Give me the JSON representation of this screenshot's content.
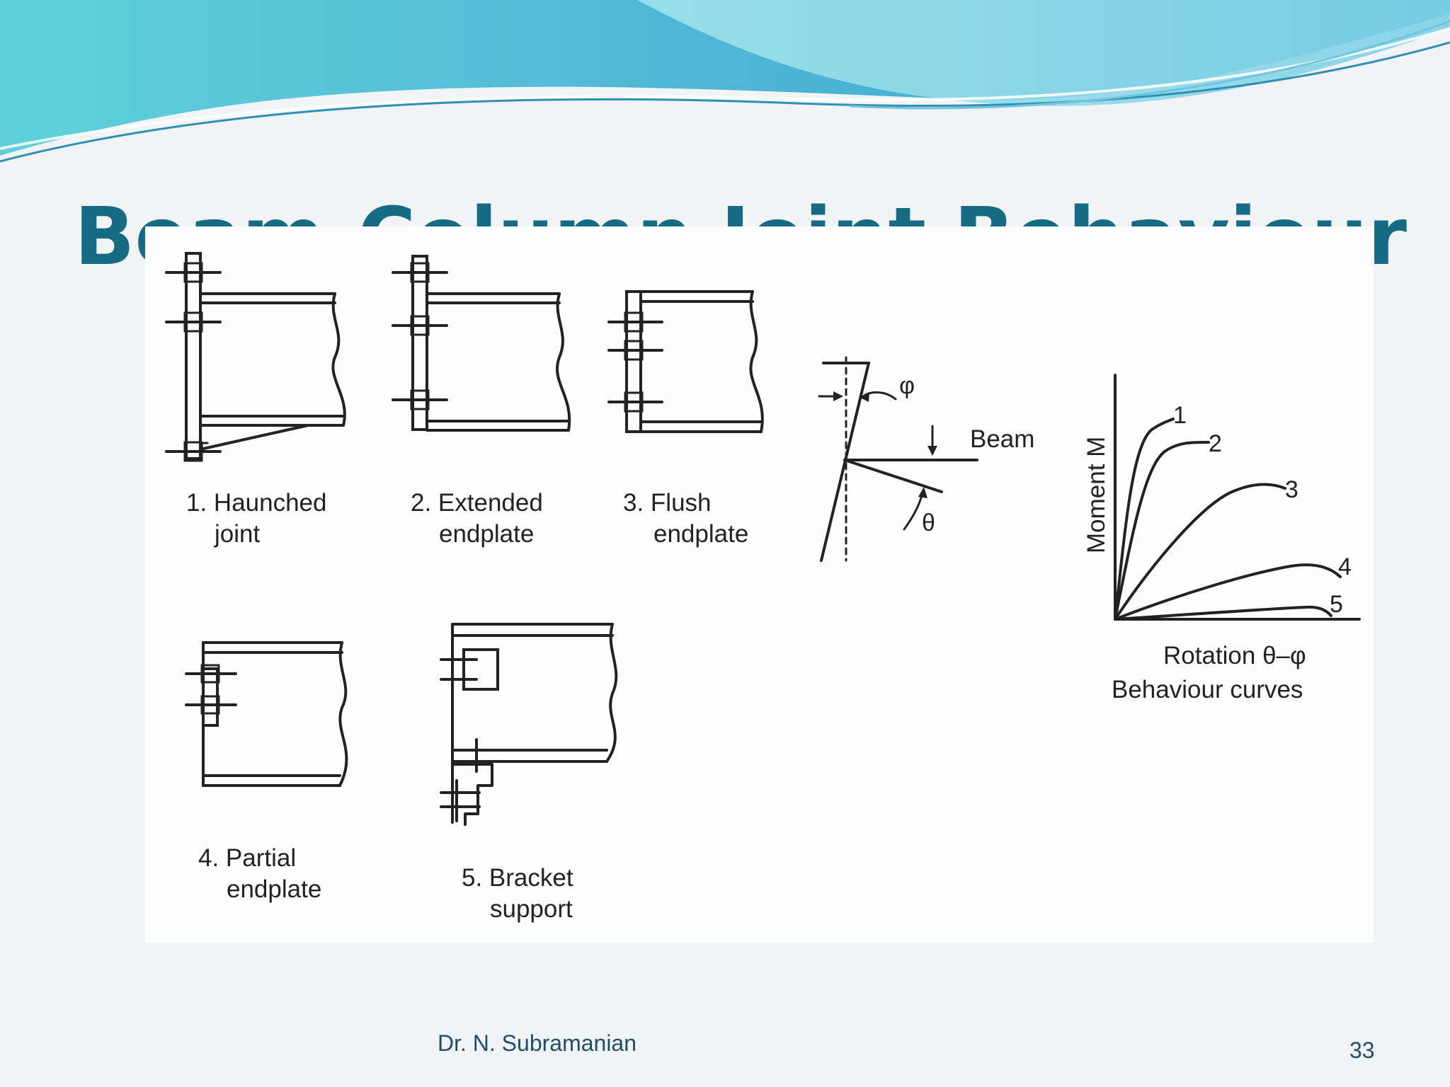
{
  "slide": {
    "title": "Beam-Column Joint Behaviour",
    "author": "Dr. N. Subramanian",
    "page_number": "33"
  },
  "figure": {
    "joints": [
      {
        "line1": "1. Haunched",
        "line2": "joint"
      },
      {
        "line1": "2. Extended",
        "line2": "endplate"
      },
      {
        "line1": "3. Flush",
        "line2": "endplate"
      },
      {
        "line1": "4. Partial",
        "line2": "endplate"
      },
      {
        "line1": "5. Bracket",
        "line2": "support"
      }
    ],
    "rotation_sketch": {
      "phi": "φ",
      "theta": "θ",
      "beam": "Beam"
    },
    "behaviour_chart": {
      "ylabel": "Moment M",
      "xlabel": "Rotation θ–φ",
      "caption": "Behaviour curves",
      "curve_labels": [
        "1",
        "2",
        "3",
        "4",
        "5"
      ]
    }
  },
  "colors": {
    "title": "#156a84",
    "footer": "#1f4e6b"
  }
}
